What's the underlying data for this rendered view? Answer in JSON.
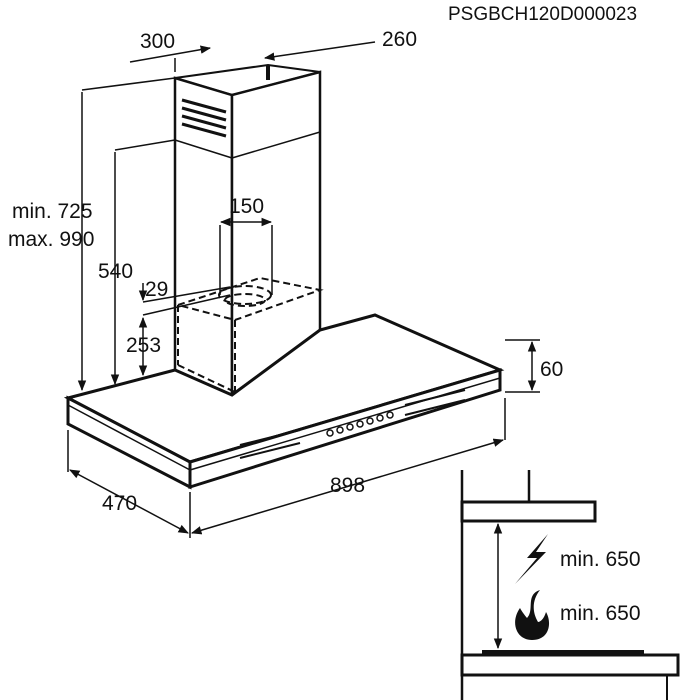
{
  "product_code": "PSGBCH120D000023",
  "dimensions": {
    "chimney_depth": "300",
    "chimney_width": "260",
    "height_min": "min. 725",
    "height_max": "max. 990",
    "chimney_lower": "540",
    "outlet_diameter": "150",
    "outlet_offset": "29",
    "outlet_height": "253",
    "hood_thickness": "60",
    "hood_width": "898",
    "hood_depth": "470"
  },
  "clearance": {
    "electric": "min. 650",
    "gas": "min. 650"
  },
  "colors": {
    "line": "#111111",
    "fill": "#ffffff"
  }
}
